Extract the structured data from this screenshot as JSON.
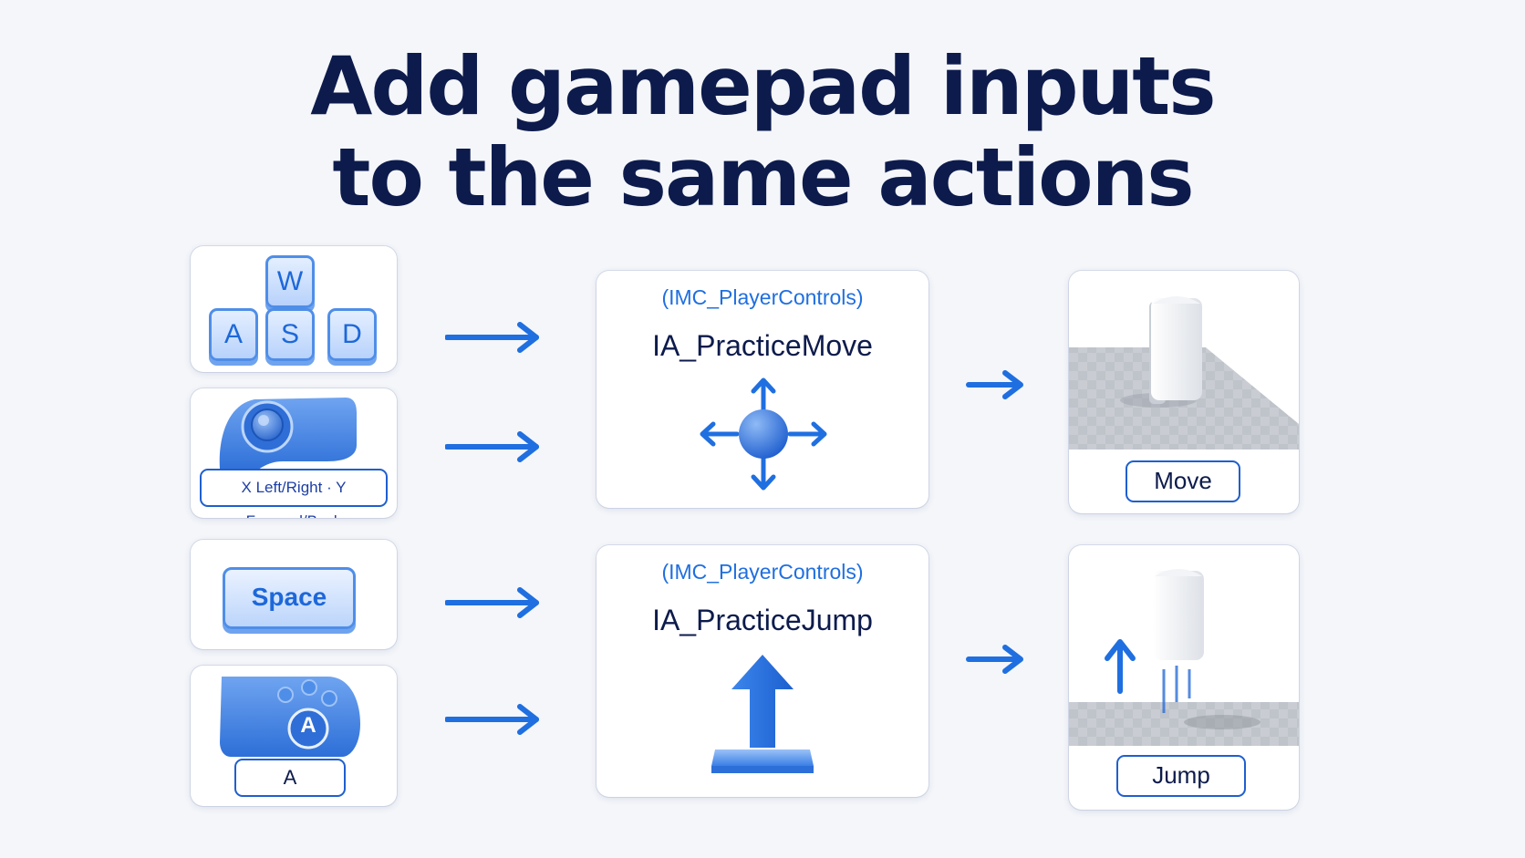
{
  "title": {
    "line1": "Add gamepad inputs",
    "line2": "to the same actions"
  },
  "inputs": {
    "wasd": {
      "keys": [
        "W",
        "A",
        "S",
        "D"
      ]
    },
    "stick": {
      "label": "X Left/Right · Y Forward/Back"
    },
    "space": {
      "label": "Space"
    },
    "gamepad_a": {
      "button": "A",
      "label": "A"
    }
  },
  "actions": {
    "move": {
      "context": "(IMC_PlayerControls)",
      "name": "IA_PracticeMove"
    },
    "jump": {
      "context": "(IMC_PlayerControls)",
      "name": "IA_PracticeJump"
    }
  },
  "results": {
    "move": {
      "label": "Move"
    },
    "jump": {
      "label": "Jump"
    }
  },
  "colors": {
    "title": "#0d1b4c",
    "accent": "#1f6fe0",
    "background": "#f4f6fa"
  }
}
